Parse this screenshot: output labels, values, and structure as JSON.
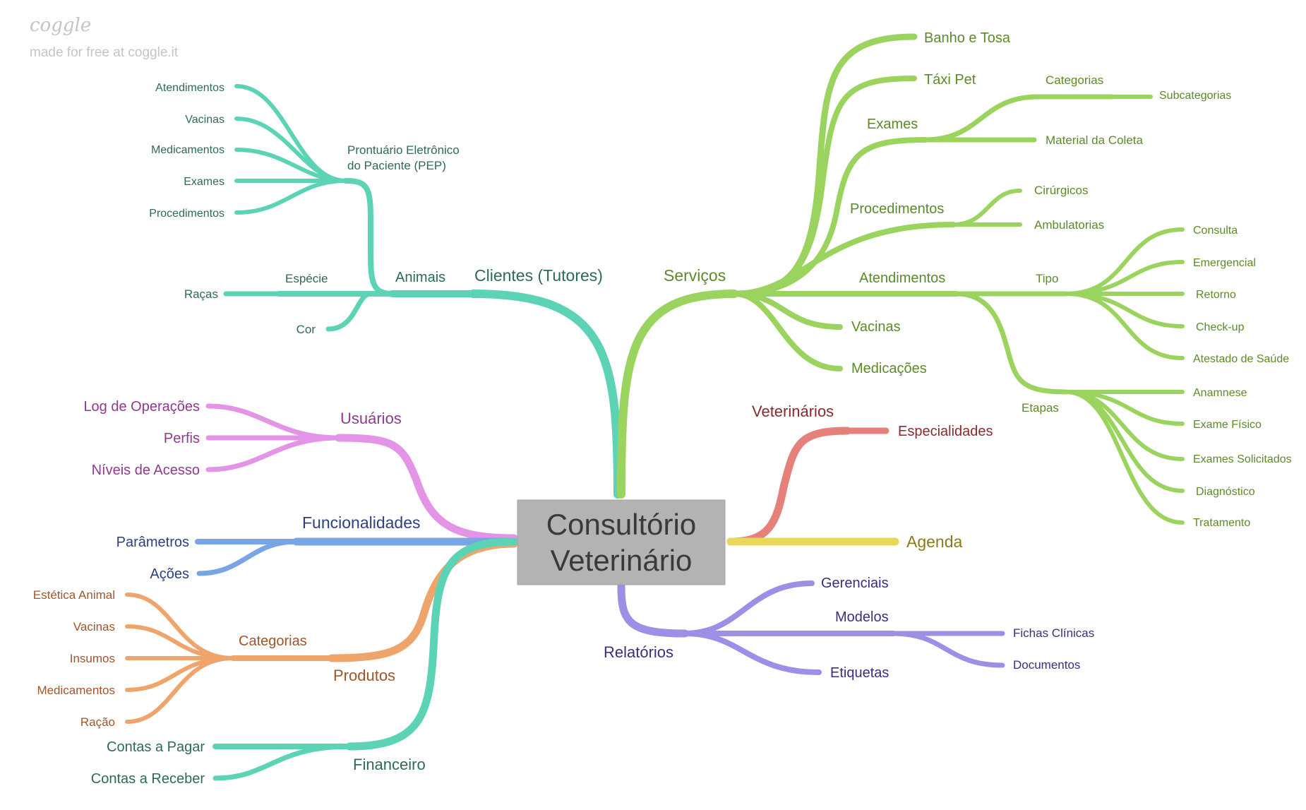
{
  "watermark": {
    "logo": "coggle",
    "tagline": "made for free at coggle.it"
  },
  "center": {
    "line1": "Consultório",
    "line2": "Veterinário"
  },
  "colors": {
    "teal": "#5dd3b6",
    "green": "#9bd35f",
    "pink": "#e394e6",
    "blue": "#7aa5e4",
    "orange": "#eea46b",
    "red": "#e5807a",
    "yellow": "#e8d85a",
    "purple": "#9b8fe6",
    "center_box": "#b3b3b3"
  },
  "text_colors": {
    "teal": "#2d6b52",
    "green": "#5b8a2a",
    "pink": "#8e3a8e",
    "blue": "#2f3f80",
    "orange": "#a0552a",
    "red": "#8a2a2a",
    "yellow": "#8a7a1a",
    "purple": "#3a2f80"
  },
  "labels": {
    "clientes": "Clientes (Tutores)",
    "animais": "Animais",
    "especie": "Espécie",
    "racas": "Raças",
    "cor": "Cor",
    "pep1": "Prontuário Eletrônico",
    "pep2": "do Paciente (PEP)",
    "pep_atendimentos": "Atendimentos",
    "pep_vacinas": "Vacinas",
    "pep_medicamentos": "Medicamentos",
    "pep_exames": "Exames",
    "pep_procedimentos": "Procedimentos",
    "usuarios": "Usuários",
    "log": "Log de Operações",
    "perfis": "Perfis",
    "niveis": "Níveis de Acesso",
    "funcionalidades": "Funcionalidades",
    "parametros": "Parâmetros",
    "acoes": "Ações",
    "produtos": "Produtos",
    "categorias_prod": "Categorias",
    "estetica": "Estética Animal",
    "prod_vacinas": "Vacinas",
    "insumos": "Insumos",
    "prod_medicamentos": "Medicamentos",
    "racao": "Ração",
    "financeiro": "Financeiro",
    "contas_pagar": "Contas a Pagar",
    "contas_receber": "Contas a Receber",
    "servicos": "Serviços",
    "banho": "Banho e Tosa",
    "taxi": "Táxi Pet",
    "exames": "Exames",
    "categorias_ex": "Categorias",
    "subcategorias": "Subcategorias",
    "material": "Material da Coleta",
    "procedimentos": "Procedimentos",
    "cirurgicos": "Cirúrgicos",
    "ambulatorias": "Ambulatorias",
    "atendimentos": "Atendimentos",
    "tipo": "Tipo",
    "consulta": "Consulta",
    "emergencial": "Emergencial",
    "retorno": "Retorno",
    "checkup": "Check-up",
    "atestado": "Atestado de Saúde",
    "etapas": "Etapas",
    "anamnese": "Anamnese",
    "exame_fisico": "Exame Físico",
    "exames_solicitados": "Exames Solicitados",
    "diagnostico": "Diagnóstico",
    "tratamento": "Tratamento",
    "vacinas": "Vacinas",
    "medicacoes": "Medicações",
    "veterinarios": "Veterinários",
    "especialidades": "Especialidades",
    "agenda": "Agenda",
    "relatorios": "Relatórios",
    "gerenciais": "Gerenciais",
    "modelos": "Modelos",
    "fichas": "Fichas Clínicas",
    "documentos": "Documentos",
    "etiquetas": "Etiquetas"
  }
}
